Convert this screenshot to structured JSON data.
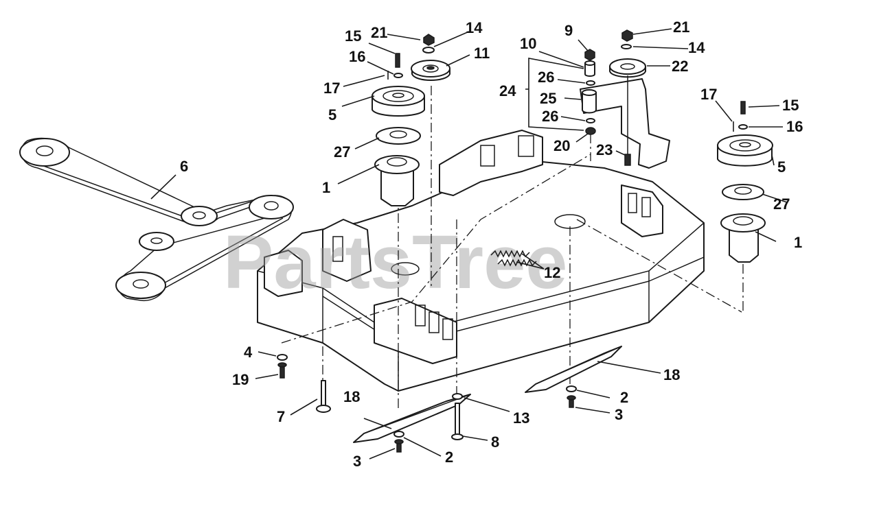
{
  "watermark": "PartsTree",
  "colors": {
    "ink": "#1a1a1a",
    "watermark": "#9a9a9a",
    "background": "#ffffff"
  },
  "callouts": [
    {
      "id": "c1a",
      "text": "1"
    },
    {
      "id": "c1b",
      "text": "1"
    },
    {
      "id": "c2a",
      "text": "2"
    },
    {
      "id": "c2b",
      "text": "2"
    },
    {
      "id": "c3a",
      "text": "3"
    },
    {
      "id": "c3b",
      "text": "3"
    },
    {
      "id": "c4",
      "text": "4"
    },
    {
      "id": "c5a",
      "text": "5"
    },
    {
      "id": "c5b",
      "text": "5"
    },
    {
      "id": "c6",
      "text": "6"
    },
    {
      "id": "c7",
      "text": "7"
    },
    {
      "id": "c8",
      "text": "8"
    },
    {
      "id": "c9",
      "text": "9"
    },
    {
      "id": "c10",
      "text": "10"
    },
    {
      "id": "c11",
      "text": "11"
    },
    {
      "id": "c12",
      "text": "12"
    },
    {
      "id": "c13",
      "text": "13"
    },
    {
      "id": "c14a",
      "text": "14"
    },
    {
      "id": "c14b",
      "text": "14"
    },
    {
      "id": "c15a",
      "text": "15"
    },
    {
      "id": "c15b",
      "text": "15"
    },
    {
      "id": "c16a",
      "text": "16"
    },
    {
      "id": "c16b",
      "text": "16"
    },
    {
      "id": "c17a",
      "text": "17"
    },
    {
      "id": "c17b",
      "text": "17"
    },
    {
      "id": "c18a",
      "text": "18"
    },
    {
      "id": "c18b",
      "text": "18"
    },
    {
      "id": "c19",
      "text": "19"
    },
    {
      "id": "c20",
      "text": "20"
    },
    {
      "id": "c21a",
      "text": "21"
    },
    {
      "id": "c21b",
      "text": "21"
    },
    {
      "id": "c22",
      "text": "22"
    },
    {
      "id": "c23",
      "text": "23"
    },
    {
      "id": "c24",
      "text": "24"
    },
    {
      "id": "c25",
      "text": "25"
    },
    {
      "id": "c26a",
      "text": "26"
    },
    {
      "id": "c26b",
      "text": "26"
    },
    {
      "id": "c27a",
      "text": "27"
    },
    {
      "id": "c27b",
      "text": "27"
    }
  ]
}
